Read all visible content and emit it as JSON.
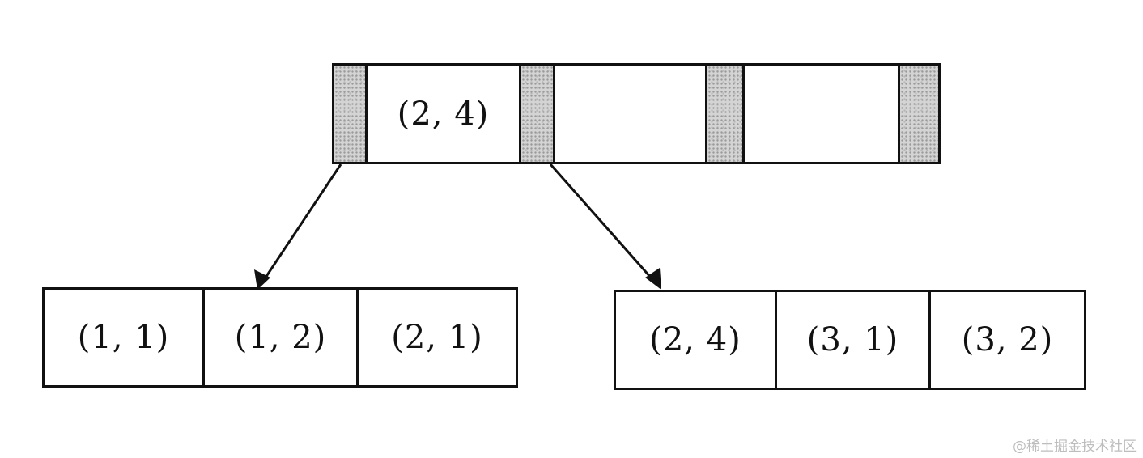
{
  "root_node": {
    "keys": [
      "(2, 4)",
      "",
      ""
    ]
  },
  "left_leaf": {
    "keys": [
      "(1, 1)",
      "(1, 2)",
      "(2, 1)"
    ]
  },
  "right_leaf": {
    "keys": [
      "(2, 4)",
      "(3, 1)",
      "(3, 2)"
    ]
  },
  "watermark": "@稀土掘金技术社区"
}
